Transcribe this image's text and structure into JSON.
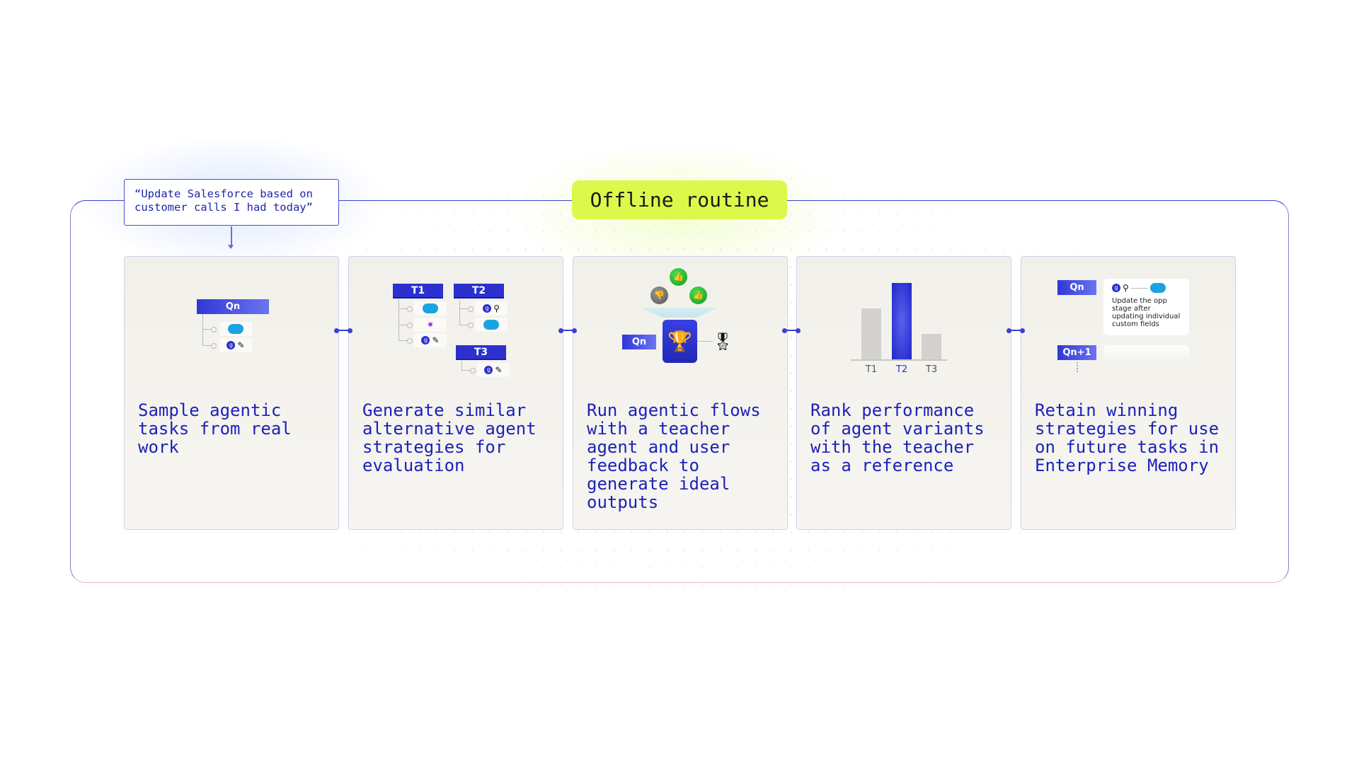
{
  "quote": "“Update Salesforce based on customer calls I had today”",
  "title": "Offline routine",
  "colors": {
    "accent": "#2b30cf",
    "text": "#1c22b8",
    "pill": "#dcf84a",
    "card": "#f2f0ea"
  },
  "steps": [
    {
      "text": "Sample agentic tasks from real work",
      "qtag": "Qn"
    },
    {
      "text": "Generate similar alternative agent strategies for evaluation",
      "tags": [
        "T1",
        "T2",
        "T3"
      ]
    },
    {
      "text": "Run agentic flows with a teacher agent and user feedback to generate ideal outputs",
      "qtag": "Qn"
    },
    {
      "text": "Rank performance of agent variants with the teacher as a reference",
      "bars": [
        {
          "label": "T1",
          "value": 0.67
        },
        {
          "label": "T2",
          "value": 1.0
        },
        {
          "label": "T3",
          "value": 0.33
        }
      ],
      "highlight": "T2"
    },
    {
      "text": "Retain winning strategies for use on future tasks in Enterprise Memory",
      "qtag": "Qn",
      "qtag2": "Qn+1",
      "memory": "Update the opp stage after updating individual custom fields"
    }
  ],
  "icons": {
    "salesforce": "salesforce-logo",
    "g": "g",
    "search": "search-icon",
    "edit": "pencil-icon",
    "thumbs_up": "thumbs-up-icon",
    "thumbs_down": "thumbs-down-icon",
    "trophy": "trophy-icon",
    "ribbon": "award-ribbon-icon"
  }
}
